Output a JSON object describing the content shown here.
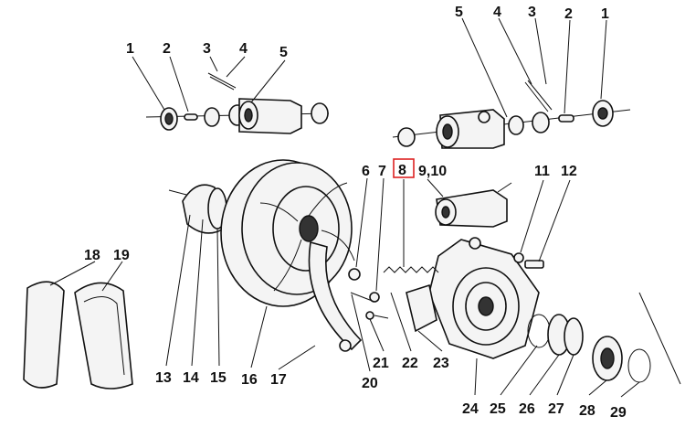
{
  "labels": {
    "l1a": "1",
    "l2a": "2",
    "l3a": "3",
    "l4a": "4",
    "l5a": "5",
    "l5b": "5",
    "l4b": "4",
    "l3b": "3",
    "l2b": "2",
    "l1b": "1",
    "l6": "6",
    "l7": "7",
    "l8": "8",
    "l910": "9,10",
    "l11": "11",
    "l12": "12",
    "l18": "18",
    "l19": "19",
    "l13": "13",
    "l14": "14",
    "l15": "15",
    "l16": "16",
    "l17": "17",
    "l20": "20",
    "l21": "21",
    "l22": "22",
    "l23": "23",
    "l24": "24",
    "l25": "25",
    "l26": "26",
    "l27": "27",
    "l28": "28",
    "l29": "29"
  },
  "highlight": {
    "label": "l8",
    "color": "#d22222"
  }
}
